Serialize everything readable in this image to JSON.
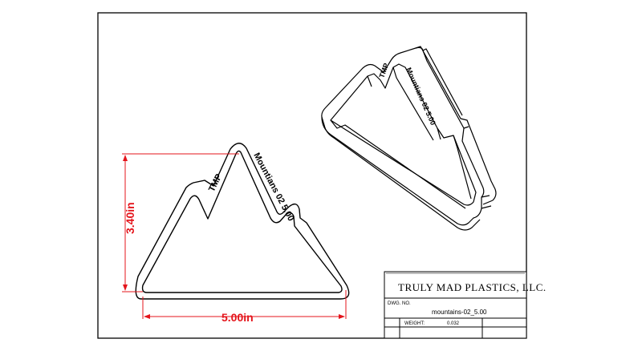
{
  "drawing": {
    "width_dim": "5.00in",
    "height_dim": "3.40in",
    "cutter_text_small": "TMP",
    "cutter_text_large": "Mountians 02  5.00",
    "iso_text_small": "TMP",
    "iso_text_large": "Mountians 02  5.00",
    "dim_color": "#e4141b",
    "line_color": "#000000"
  },
  "title_block": {
    "company": "TRULY MAD PLASTICS, LLC.",
    "dwg_no_label": "DWG.  NO.",
    "dwg_no": "mountains-02_5.00",
    "weight_label": "WEIGHT:",
    "weight": "0.032"
  }
}
